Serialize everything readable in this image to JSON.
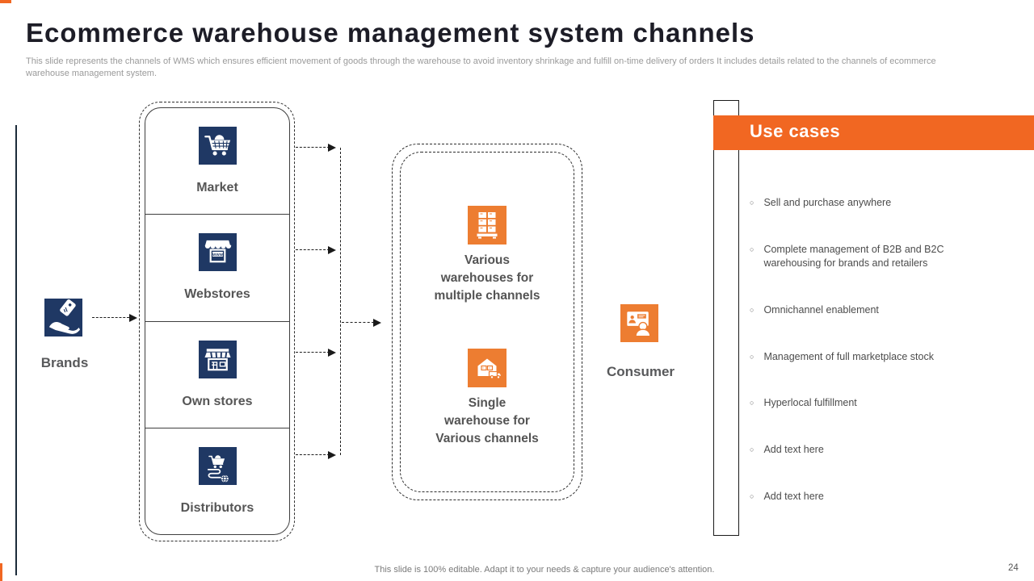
{
  "slide": {
    "title": "Ecommerce warehouse management system channels",
    "subtitle": "This slide represents the channels of WMS  which ensures efficient movement of goods through the warehouse to avoid inventory shrinkage  and fulfill on-time delivery of orders It includes details related to the channels of ecommerce warehouse management system.",
    "footer": "This slide is 100% editable. Adapt it to your needs & capture your audience's attention.",
    "page_number": "24"
  },
  "diagram": {
    "source": {
      "label": "Brands",
      "icon": "hand-holding-tag-icon"
    },
    "channels": [
      {
        "label": "Market",
        "icon": "shopping-cart-icon"
      },
      {
        "label": "Webstores",
        "icon": "webstore-awning-icon"
      },
      {
        "label": "Own stores",
        "icon": "storefront-icon"
      },
      {
        "label": "Distributors",
        "icon": "cart-globe-icon"
      }
    ],
    "warehouses": [
      {
        "label": "Various\nwarehouses for\nmultiple channels",
        "icon": "warehouse-shelf-icon"
      },
      {
        "label": "Single\nwarehouse for\nVarious channels",
        "icon": "warehouse-truck-icon"
      }
    ],
    "destination": {
      "label": "Consumer",
      "icon": "consumer-screen-icon"
    }
  },
  "use_cases": {
    "title": "Use cases",
    "bullet_char": "○",
    "items": [
      "Sell and purchase anywhere",
      "Complete management of B2B and B2C warehousing for brands and retailers",
      "Omnichannel enablement",
      "Management of full marketplace stock",
      "Hyperlocal fulfillment",
      "Add text here",
      "Add text here"
    ]
  },
  "colors": {
    "navy": "#1F3864",
    "icon_orange": "#ED7D31",
    "bar_orange": "#F16722",
    "light_blue_ring": "#DDE9F6"
  }
}
